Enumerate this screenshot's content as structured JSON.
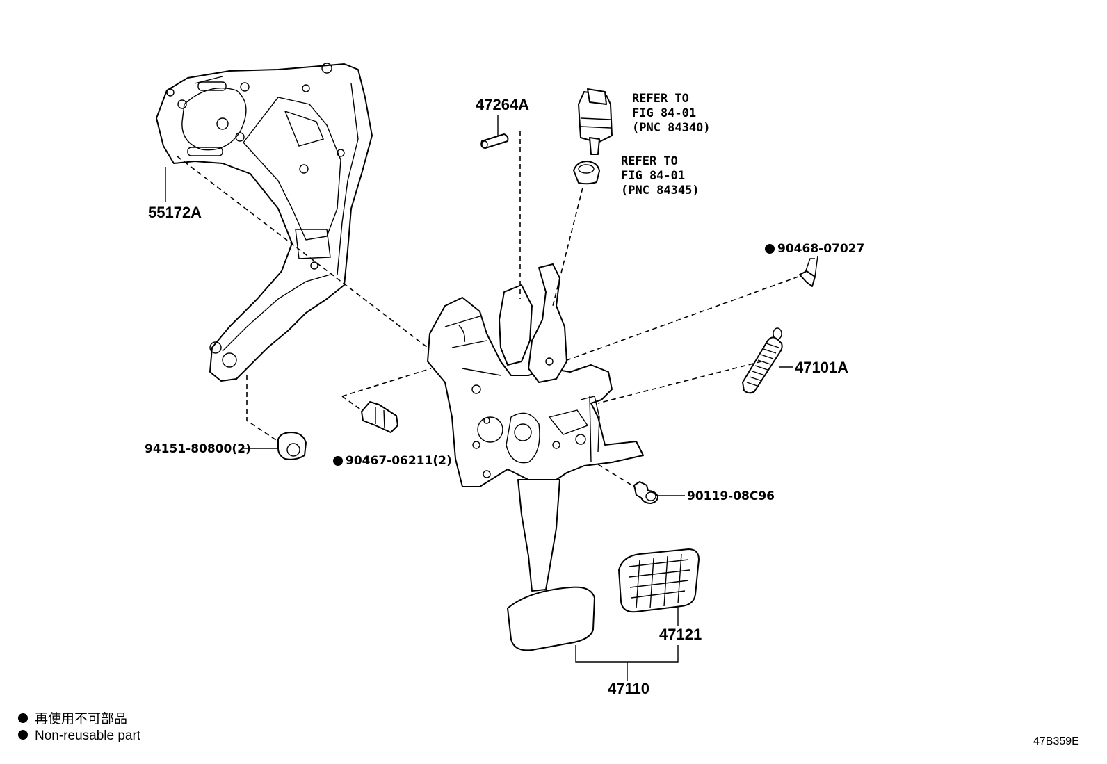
{
  "labels": {
    "bracket": "55172A",
    "pin": "47264A",
    "refer1": [
      "REFER TO",
      "FIG 84-01",
      "(PNC 84340)"
    ],
    "refer2": [
      "REFER TO",
      "FIG 84-01",
      "(PNC 84345)"
    ],
    "clip": "90468-07027",
    "spring": "47101A",
    "cushion": "94151-80800(2)",
    "clamp": "90467-06211(2)",
    "bolt": "90119-08C96",
    "pad": "47121",
    "pedal": "47110"
  },
  "legend": {
    "line1": "再使用不可部品",
    "line2": "Non-reusable part"
  },
  "figure_code": "47B359E"
}
